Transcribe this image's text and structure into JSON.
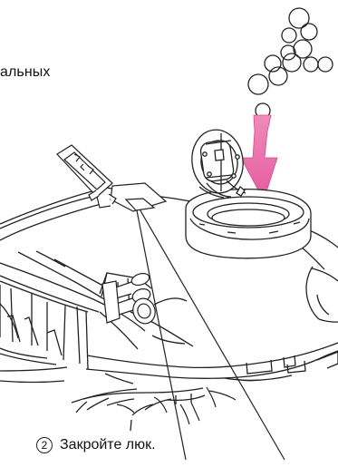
{
  "instruction": {
    "fragment": "альных",
    "step_number": "2",
    "step_text": "Закройте люк."
  },
  "colors": {
    "arrow": "#ee6aa7",
    "outline": "#222222"
  }
}
